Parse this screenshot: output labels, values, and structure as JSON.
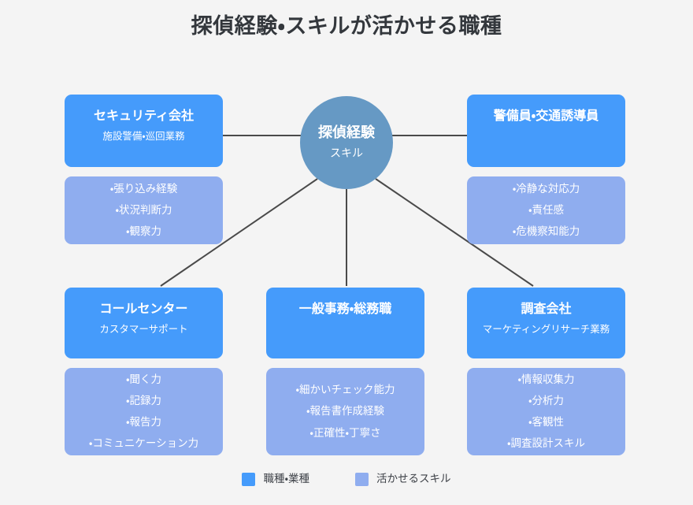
{
  "title": "探偵経験・スキルが活かせる職種",
  "colors": {
    "background": "#f4f4f4",
    "job_box": "#459bfb",
    "skill_box": "#8fadef",
    "hub": "#6699c4",
    "connector": "#4a4a4a",
    "title_text": "#33373c"
  },
  "hub": {
    "title": "探偵経験",
    "subtitle": "スキル"
  },
  "nodes": [
    {
      "id": "security",
      "title": "セキュリティ会社",
      "subtitle": "施設警備・巡回業務",
      "skills": [
        "・張り込み経験",
        "・状況判断力",
        "・観察力"
      ]
    },
    {
      "id": "guard",
      "title": "警備員・交通誘導員",
      "subtitle": "",
      "skills": [
        "・冷静な対応力",
        "・責任感",
        "・危機察知能力"
      ]
    },
    {
      "id": "callcenter",
      "title": "コールセンター",
      "subtitle": "カスタマーサポート",
      "skills": [
        "・聞く力",
        "・記録力",
        "・報告力",
        "・コミュニケーション力"
      ]
    },
    {
      "id": "office",
      "title": "一般事務・総務職",
      "subtitle": "",
      "skills": [
        "・細かいチェック能力",
        "・報告書作成経験",
        "・正確性・丁寧さ"
      ]
    },
    {
      "id": "research",
      "title": "調査会社",
      "subtitle": "マーケティングリサーチ業務",
      "skills": [
        "・情報収集力",
        "・分析力",
        "・客観性",
        "・調査設計スキル"
      ]
    }
  ],
  "legend": [
    {
      "label": "職種・業種",
      "swatch": "job"
    },
    {
      "label": "活かせるスキル",
      "swatch": "skill"
    }
  ]
}
